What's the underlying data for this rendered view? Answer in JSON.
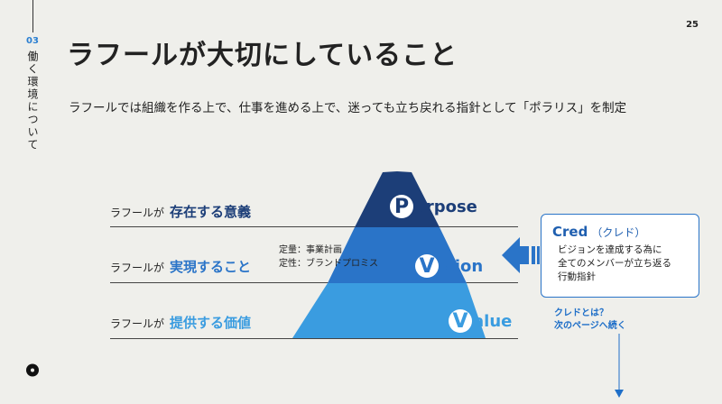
{
  "section": {
    "number": "03",
    "label": "働く環境について"
  },
  "page_number": "25",
  "title": "ラフールが大切にしていること",
  "subtitle": "ラフールでは組織を作る上で、仕事を進める上で、迷っても立ち戻れる指針として「ポラリス」を制定",
  "rows": [
    {
      "prefix": "ラフールが",
      "emphasis": "存在する意義"
    },
    {
      "prefix": "ラフールが",
      "emphasis": "実現すること"
    },
    {
      "prefix": "ラフールが",
      "emphasis": "提供する価値"
    }
  ],
  "pyramid": {
    "purpose": {
      "initial": "P",
      "rest": "urpose"
    },
    "vision": {
      "initial": "V",
      "rest": "ision"
    },
    "value": {
      "initial": "V",
      "rest": "alue"
    }
  },
  "vision_note": {
    "line1": "定量：事業計画",
    "line2": "定性：ブランドプロミス"
  },
  "cred": {
    "title": "Cred",
    "title_sub": "（クレド）",
    "desc_line1": "ビジョンを達成する為に",
    "desc_line2": "全てのメンバーが立ち返る",
    "desc_line3": "行動指針"
  },
  "next_note": {
    "line1": "クレドとは？",
    "line2": "次のページへ続く"
  },
  "colors": {
    "dark_blue": "#1c3e78",
    "mid_blue": "#2a74c8",
    "light_blue": "#3a9ce0"
  }
}
